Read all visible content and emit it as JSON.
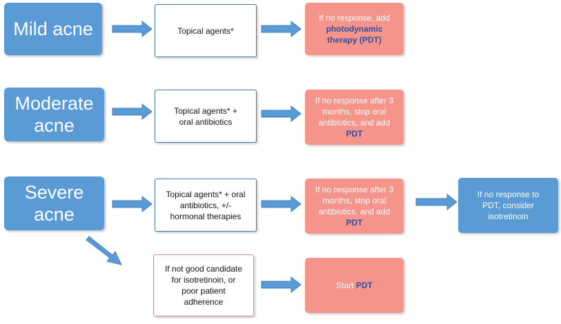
{
  "rows": {
    "mild": {
      "severity": [
        "Mild acne"
      ],
      "treatment": [
        "Topical agents*"
      ],
      "outcome": [
        [
          "If no response, add"
        ],
        [
          "",
          "photodynamic"
        ],
        [
          "",
          "therapy (PDT)"
        ]
      ]
    },
    "moderate": {
      "severity": [
        "Moderate",
        "acne"
      ],
      "treatment": [
        "Topical agents* +",
        "oral antibiotics"
      ],
      "outcome": [
        [
          "If no response after 3"
        ],
        [
          "months, stop oral"
        ],
        [
          "antibiotics, and add"
        ],
        [
          "",
          "PDT"
        ]
      ]
    },
    "severe": {
      "severity": [
        "Severe",
        "acne"
      ],
      "treatment": [
        "Topical agents* + oral",
        "antibiotics, +/-",
        "hormonal therapies"
      ],
      "outcome": [
        [
          "If no response after 3"
        ],
        [
          "months, stop oral"
        ],
        [
          "antibiotics, and add"
        ],
        [
          "",
          "PDT"
        ]
      ],
      "next": [
        "If no response to",
        "PDT, consider",
        "isotretinoin"
      ]
    },
    "alternative": {
      "condition": [
        "If not good candidate",
        "for isotretinoin, or",
        "poor patient",
        "adherence"
      ],
      "outcome": [
        [
          "Start ",
          "PDT"
        ]
      ]
    }
  },
  "colors": {
    "severity_fill": "#5b9bd5",
    "outcome_fill": "#f4948b",
    "highlight_text": "#2e4fa3",
    "arrow_fill": "#5b9bd5"
  }
}
